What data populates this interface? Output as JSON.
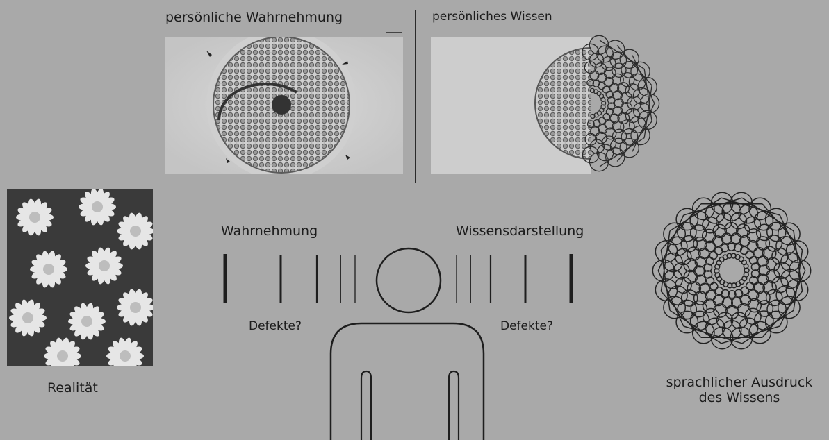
{
  "top_left_title": "persönliche Wahrnehmung",
  "top_right_title": "persönliches Wissen",
  "reality_label": "Realität",
  "perception_label": "Wahrnehmung",
  "knowledge_repr_label": "Wissensdarstellung",
  "defects_left": "Defekte?",
  "defects_right": "Defekte?",
  "language_label_line1": "sprachlicher Ausdruck",
  "language_label_line2": "des Wissens"
}
